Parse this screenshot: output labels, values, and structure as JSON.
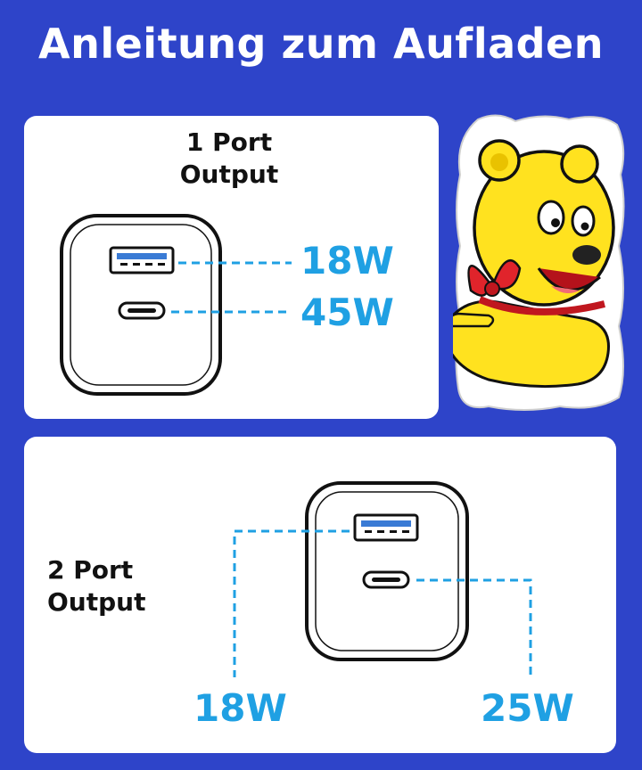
{
  "title": "Anleitung zum Aufladen",
  "panel1": {
    "label_line1": "1 Port",
    "label_line2": "Output",
    "usb_a_power": "18W",
    "usb_c_power": "45W"
  },
  "panel2": {
    "label_line1": "2 Port",
    "label_line2": "Output",
    "usb_a_power": "18W",
    "usb_c_power": "25W"
  },
  "colors": {
    "background": "#2E44C9",
    "accent": "#1FA0E3",
    "mascot_yellow": "#FFE21F",
    "bow_red": "#E0242B"
  },
  "icons": {
    "charger": "charger-icon",
    "usb_a": "usb-a-port-icon",
    "usb_c": "usb-c-port-icon",
    "mascot": "gummy-bear-mascot"
  }
}
